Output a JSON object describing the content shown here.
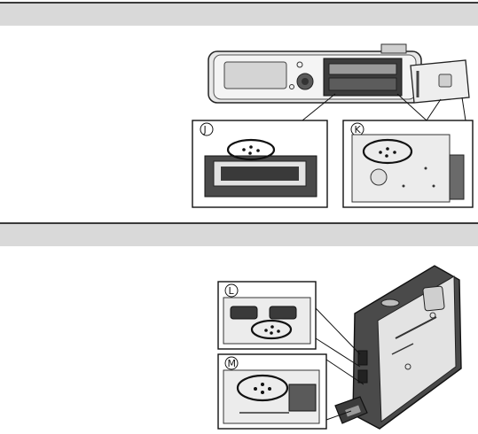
{
  "sections": [
    {
      "id": "section-1"
    },
    {
      "id": "section-2"
    }
  ],
  "figure_top": {
    "callouts": [
      {
        "letter": "J"
      },
      {
        "letter": "K"
      }
    ]
  },
  "figure_bottom": {
    "callouts": [
      {
        "letter": "L"
      },
      {
        "letter": "M"
      }
    ]
  },
  "colors": {
    "band": "#d9d9d9",
    "rule": "#3a3a3a",
    "body_dark": "#4a4a4a",
    "body_light": "#e6e6e6"
  }
}
